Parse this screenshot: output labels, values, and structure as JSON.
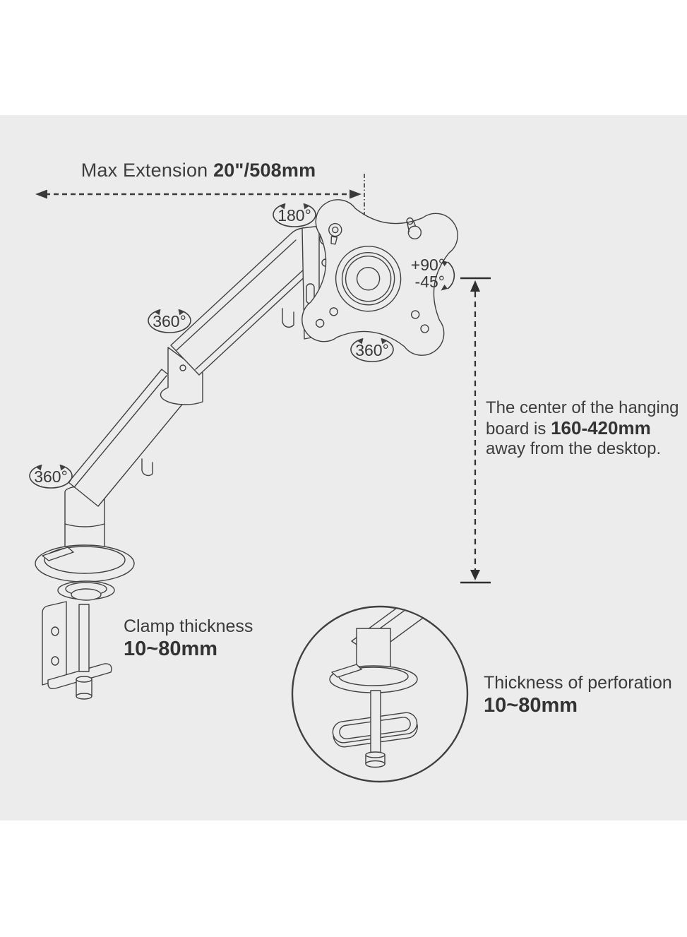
{
  "colors": {
    "panel_bg": "#ececec",
    "line": "#404040",
    "text": "#3d3d3d"
  },
  "title": {
    "prefix": "Max Extension ",
    "value": "20\"/508mm"
  },
  "rotation_labels": {
    "top": "180°",
    "upper_arm": "360°",
    "lower_arm": "360°",
    "vesa": "360°"
  },
  "tilt": {
    "up": "+90°",
    "down": "-45°"
  },
  "hanging_note": {
    "line1": "The center of the hanging",
    "line2_prefix": "board is ",
    "line2_bold": "160-420mm",
    "line3": "away from the desktop."
  },
  "clamp": {
    "label": "Clamp thickness",
    "value": "10~80mm"
  },
  "perforation": {
    "label": "Thickness of perforation",
    "value": "10~80mm"
  }
}
